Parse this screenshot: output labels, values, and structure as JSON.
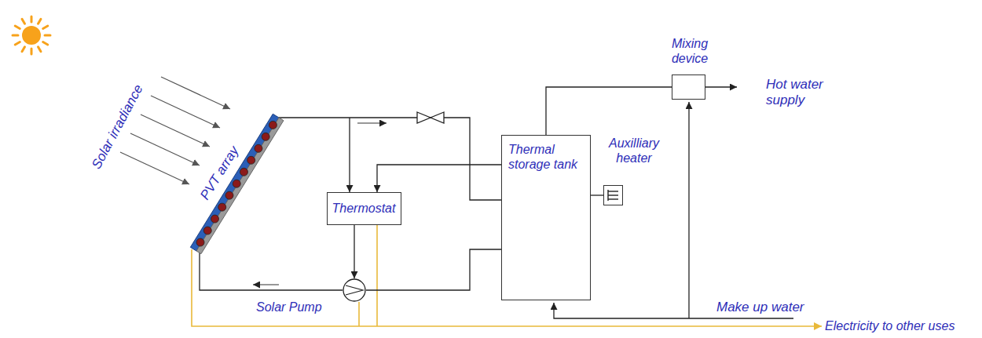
{
  "diagram": {
    "nodes": [
      {
        "text": [
          "PVT array"
        ]
      },
      {
        "text": [
          "Thermostat"
        ]
      },
      {
        "text": [
          "Solar Pump"
        ]
      },
      {
        "text": [
          "Thermal storage tank"
        ]
      },
      {
        "text": [
          "Auxilliary heater"
        ]
      },
      {
        "text": [
          "Mixing device"
        ]
      }
    ],
    "edges": [
      {
        "from": 0,
        "to": 1,
        "arrow": "to"
      },
      {
        "from": 3,
        "to": 1,
        "arrow": "to"
      },
      {
        "from": 1,
        "to": 2,
        "arrow": "to"
      },
      {
        "from": 0,
        "to": 3,
        "arrow": "none"
      },
      {
        "from": 3,
        "to": 2,
        "arrow": "none"
      },
      {
        "from": 2,
        "to": 0,
        "arrow": "none"
      },
      {
        "from": 4,
        "to": 3,
        "arrow": "none"
      },
      {
        "from": 3,
        "to": 5,
        "arrow": "none"
      }
    ],
    "labels": [
      "Solar irradiance",
      "Hot water supply",
      "Make up water",
      "Electricity to other uses"
    ]
  }
}
